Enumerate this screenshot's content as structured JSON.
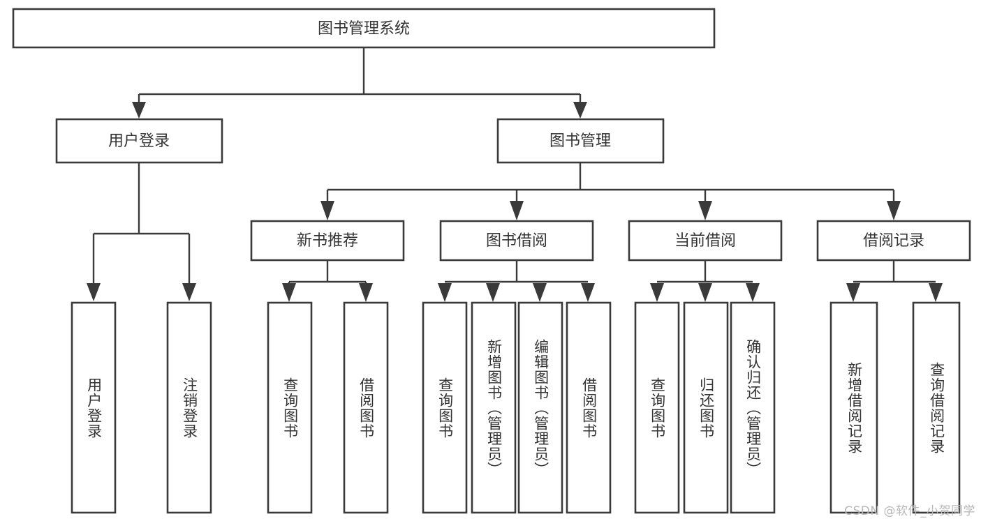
{
  "diagram": {
    "type": "tree-hierarchy",
    "title": "图书管理系统",
    "watermark": "CSDN @软件_小贺同学",
    "colors": {
      "stroke": "#3a3a3a",
      "text": "#333333",
      "background": "#ffffff",
      "watermark": "#b8b8b8"
    },
    "root": {
      "label": "图书管理系统",
      "orientation": "horizontal"
    },
    "level2": [
      {
        "label": "用户登录",
        "orientation": "horizontal"
      },
      {
        "label": "图书管理",
        "orientation": "horizontal"
      }
    ],
    "level3": [
      {
        "label": "新书推荐",
        "orientation": "horizontal",
        "parent": "图书管理"
      },
      {
        "label": "图书借阅",
        "orientation": "horizontal",
        "parent": "图书管理"
      },
      {
        "label": "当前借阅",
        "orientation": "horizontal",
        "parent": "图书管理"
      },
      {
        "label": "借阅记录",
        "orientation": "horizontal",
        "parent": "图书管理"
      }
    ],
    "leaves": {
      "user_login": [
        {
          "label": "用户登录",
          "orientation": "vertical"
        },
        {
          "label": "注销登录",
          "orientation": "vertical"
        }
      ],
      "new_book_recommend": [
        {
          "label": "查询图书",
          "orientation": "vertical"
        },
        {
          "label": "借阅图书",
          "orientation": "vertical"
        }
      ],
      "book_borrow": [
        {
          "label": "查询图书",
          "orientation": "vertical"
        },
        {
          "label": "新增图书（管理员）",
          "orientation": "vertical"
        },
        {
          "label": "编辑图书（管理员）",
          "orientation": "vertical"
        },
        {
          "label": "借阅图书",
          "orientation": "vertical"
        }
      ],
      "current_borrow": [
        {
          "label": "查询图书",
          "orientation": "vertical"
        },
        {
          "label": "归还图书",
          "orientation": "vertical"
        },
        {
          "label": "确认归还（管理员）",
          "orientation": "vertical"
        }
      ],
      "borrow_record": [
        {
          "label": "新增借阅记录",
          "orientation": "vertical"
        },
        {
          "label": "查询借阅记录",
          "orientation": "vertical"
        }
      ]
    }
  }
}
